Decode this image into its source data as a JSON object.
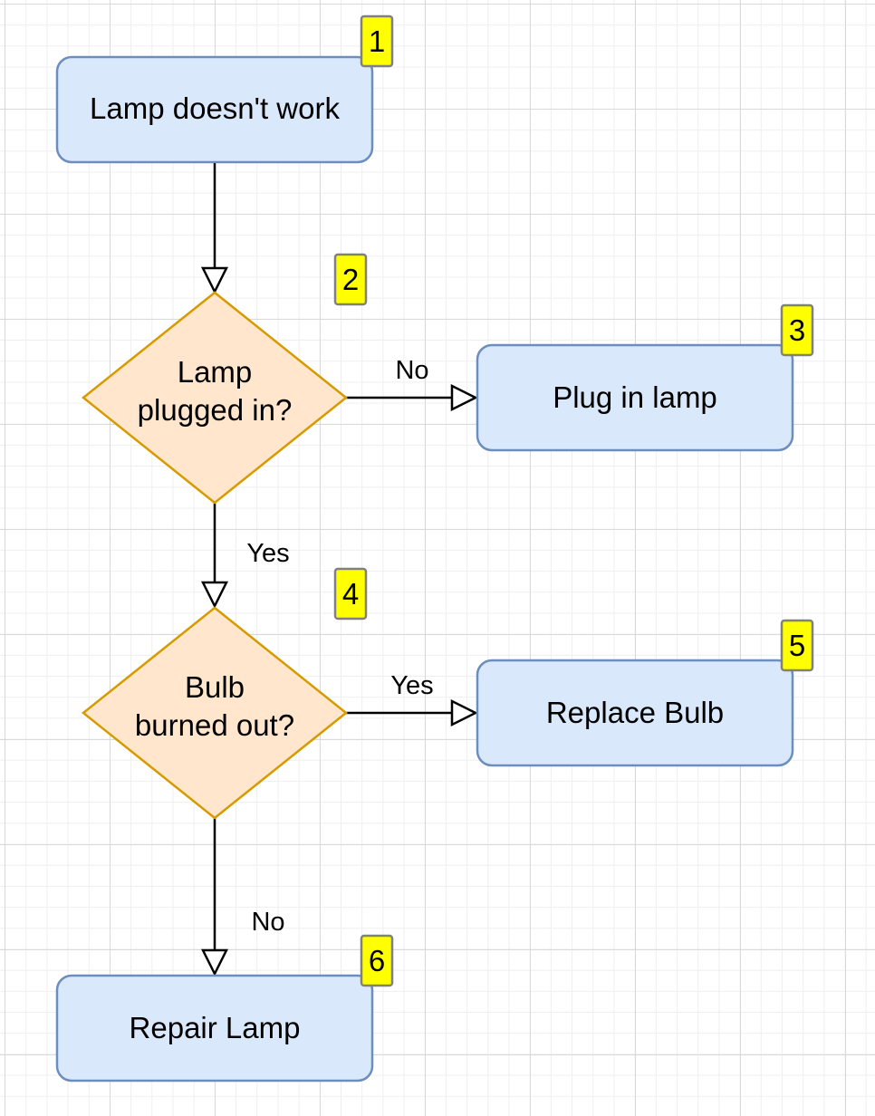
{
  "colors": {
    "process_fill": "#dae8fc",
    "process_stroke": "#6c8ebf",
    "decision_fill": "#ffe6cc",
    "decision_stroke": "#d79b00",
    "badge_fill": "#ffff00",
    "badge_stroke": "#808080",
    "edge": "#000000"
  },
  "nodes": {
    "lamp_doesnt_work": "Lamp doesn't work",
    "lamp_plugged_in_line1": "Lamp",
    "lamp_plugged_in_line2": "plugged in?",
    "plug_in_lamp": "Plug in lamp",
    "bulb_burned_out_line1": "Bulb",
    "bulb_burned_out_line2": "burned out?",
    "replace_bulb": "Replace Bulb",
    "repair_lamp": "Repair Lamp"
  },
  "edge_labels": {
    "plugged_no": "No",
    "plugged_yes": "Yes",
    "bulb_yes": "Yes",
    "bulb_no": "No"
  },
  "badges": {
    "b1": "1",
    "b2": "2",
    "b3": "3",
    "b4": "4",
    "b5": "5",
    "b6": "6"
  }
}
